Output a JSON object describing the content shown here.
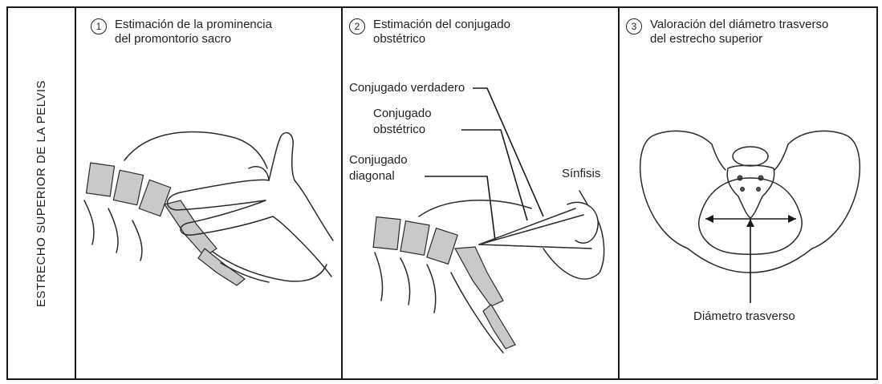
{
  "side_label": "ESTRECHO SUPERIOR DE LA PELVIS",
  "panels": [
    {
      "number": "1",
      "heading_line1": "Estimación de la prominencia",
      "heading_line2": "del promontorio sacro"
    },
    {
      "number": "2",
      "heading_line1": "Estimación del conjugado",
      "heading_line2": "obstétrico",
      "labels": {
        "conjugado_verdadero": "Conjugado verdadero",
        "conjugado_obstetrico_1": "Conjugado",
        "conjugado_obstetrico_2": "obstétrico",
        "conjugado_diagonal_1": "Conjugado",
        "conjugado_diagonal_2": "diagonal",
        "sinfisis": "Sínfisis"
      }
    },
    {
      "number": "3",
      "heading_line1": "Valoración del diámetro trasverso",
      "heading_line2": "del estrecho superior",
      "labels": {
        "diametro_trasverso": "Diámetro trasverso"
      }
    }
  ]
}
